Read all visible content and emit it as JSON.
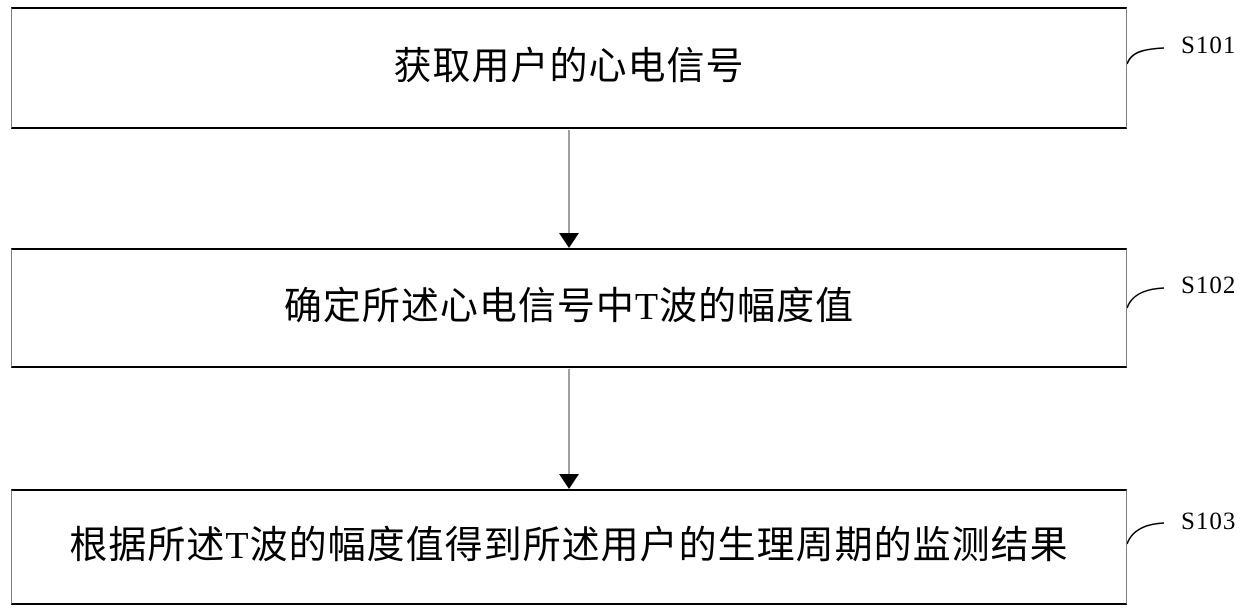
{
  "figure": {
    "type": "flowchart",
    "steps": [
      {
        "id": "S101",
        "text": "获取用户的心电信号"
      },
      {
        "id": "S102",
        "text": "确定所述心电信号中T波的幅度值"
      },
      {
        "id": "S103",
        "text": "根据所述T波的幅度值得到所述用户的生理周期的监测结果"
      }
    ],
    "connectors": [
      {
        "from": "S101",
        "to": "S102",
        "type": "arrow-down"
      },
      {
        "from": "S102",
        "to": "S103",
        "type": "arrow-down"
      }
    ],
    "colors": {
      "background": "#ffffff",
      "box_border_horizontal": "#000000",
      "box_border_vertical": "#7f7f7f",
      "arrow_line": "#808080",
      "arrow_head": "#000000",
      "leader_line": "#000000",
      "text": "#000000"
    }
  }
}
